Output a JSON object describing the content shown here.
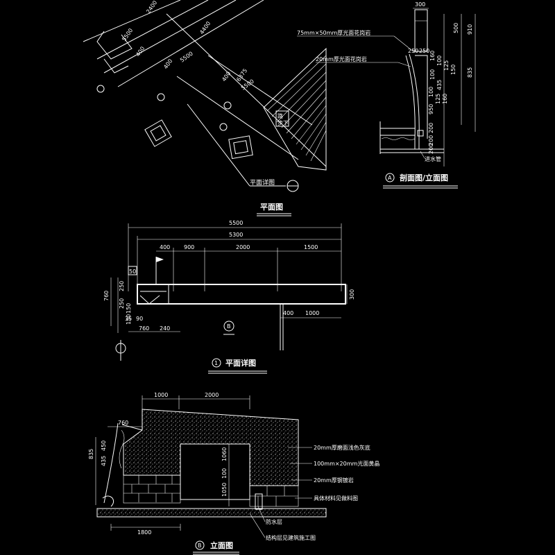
{
  "plan": {
    "title": "平面图",
    "dims": [
      "2400",
      "4400",
      "6375",
      "5500",
      "5500",
      "5500",
      "400",
      "400",
      "400"
    ],
    "detail_ref": "平面详图",
    "box_label": [
      "路",
      "步下"
    ]
  },
  "section": {
    "title": "剖面图/立面图",
    "ref": "A",
    "dims_right": [
      "300",
      "500",
      "910",
      "835"
    ],
    "dims_mid": [
      "250",
      "250",
      "160",
      "100",
      "125",
      "150",
      "100",
      "435",
      "100",
      "125",
      "160",
      "950",
      "200",
      "200",
      "200"
    ],
    "callouts": [
      "75mm×50mm厚光面花岗岩",
      "20mm厚光面花岗岩",
      "进水管"
    ]
  },
  "detail_plan": {
    "title": "平面详图",
    "ref": "1",
    "dims_top": [
      "5500",
      "5300"
    ],
    "dims_segments": [
      "400",
      "900",
      "2000",
      "1500"
    ],
    "dims_left": [
      "50",
      "760",
      "250",
      "250",
      "150",
      "150"
    ],
    "dims_bottom": [
      "240",
      "760",
      "35",
      "90"
    ],
    "dims_lower": [
      "400",
      "1000"
    ],
    "dims_right": [
      "300"
    ],
    "marker": "B"
  },
  "elevation": {
    "title": "立面图",
    "ref": "B",
    "dims_top": [
      "1000",
      "2000"
    ],
    "dims_left": [
      "760",
      "835",
      "450",
      "435"
    ],
    "dims_mid": [
      "1060",
      "100",
      "1050"
    ],
    "dims_bottom": [
      "1800"
    ],
    "callouts": [
      "20mm厚磨面浅色灰底",
      "100mm×20mm光面黄晶",
      "20mm厚钢镀岩",
      "具体材料见做料图",
      "防水层",
      "结构层见建筑施工图"
    ]
  }
}
